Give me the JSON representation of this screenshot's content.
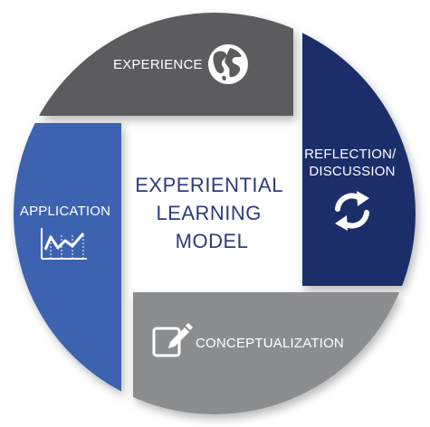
{
  "title_lines": [
    "EXPERIENTIAL",
    "LEARNING",
    "MODEL"
  ],
  "segments": {
    "experience": {
      "label": "EXPERIENCE",
      "icon": "globe-icon",
      "color": "#5b5c5e"
    },
    "reflection": {
      "label_lines": [
        "REFLECTION/",
        "DISCUSSION"
      ],
      "icon": "refresh-arrows-icon",
      "color": "#1f2e6b"
    },
    "conceptualization": {
      "label": "CONCEPTUALIZATION",
      "icon": "edit-note-icon",
      "color": "#8c8d8f"
    },
    "application": {
      "label": "APPLICATION",
      "icon": "line-chart-icon",
      "color": "#3e63b0"
    }
  },
  "colors": {
    "title": "#2d3b78",
    "background": "#ffffff"
  }
}
